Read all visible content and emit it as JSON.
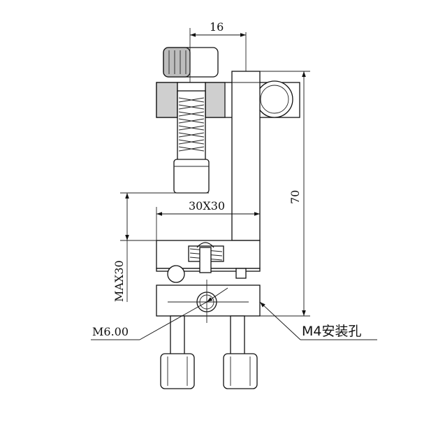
{
  "labels": {
    "dim_top": "16",
    "dim_height": "70",
    "dim_jaw": "30X30",
    "dim_max": "MAX30",
    "dim_hole": "M6.00",
    "dim_mount": "M4安装孔"
  },
  "colors": {
    "line": "#111111",
    "background": "#ffffff"
  }
}
